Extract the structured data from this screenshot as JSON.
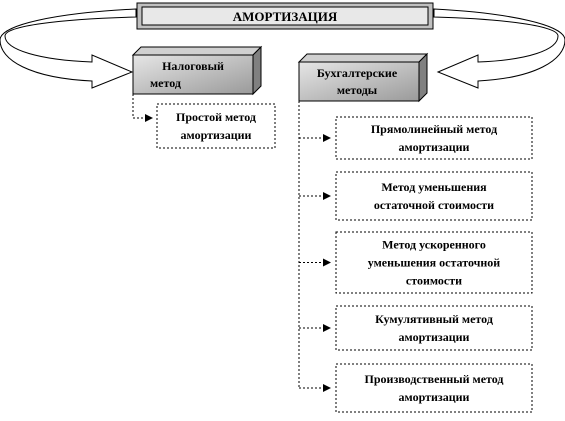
{
  "title": "АМОРТИЗАЦИЯ",
  "tax_method": {
    "line1": "Налоговый",
    "line2": "метод"
  },
  "tax_child": {
    "line1": "Простой метод",
    "line2": "амортизации"
  },
  "accounting_methods": {
    "line1": "Бухгалтерские",
    "line2": "методы"
  },
  "accounting_children": [
    {
      "lines": [
        "Прямолинейный метод",
        "амортизации"
      ]
    },
    {
      "lines": [
        "Метод уменьшения",
        "остаточной стоимости"
      ]
    },
    {
      "lines": [
        "Метод ускоренного",
        "уменьшения остаточной",
        "стоимости"
      ]
    },
    {
      "lines": [
        "Кумулятивный метод",
        "амортизации"
      ]
    },
    {
      "lines": [
        "Производственный метод",
        "амортизации"
      ]
    }
  ]
}
